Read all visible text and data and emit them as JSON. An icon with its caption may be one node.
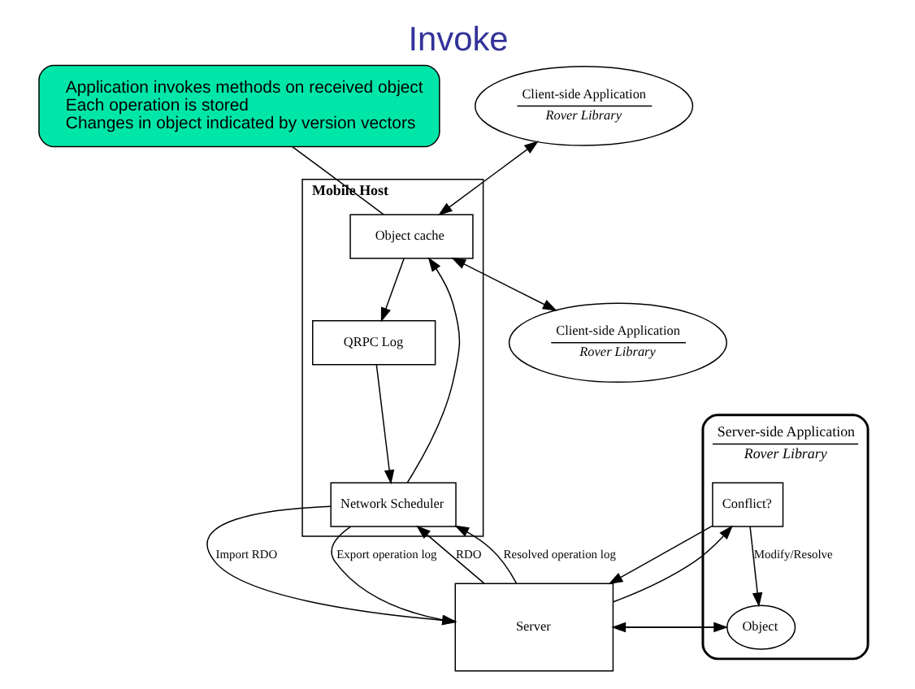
{
  "diagram": {
    "title": "Invoke",
    "nodes": [
      {
        "text": [
          "Application invokes methods on received object",
          "Each operation is stored",
          "Changes in object indicated by version vectors"
        ]
      },
      {
        "text": [
          "Client-side Application",
          "Rover Library"
        ]
      },
      {
        "text": [
          "Client-side Application",
          "Rover Library"
        ]
      },
      {
        "text": [
          "Server-side Application",
          "Rover Library"
        ]
      },
      {
        "text": [
          "Object"
        ],
        "in": 3
      },
      {
        "text": [
          "Conflict?"
        ],
        "in": 3
      },
      {
        "text": [
          "Mobile Host"
        ]
      },
      {
        "text": [
          "Object cache"
        ],
        "in": 6
      },
      {
        "text": [
          "QRPC Log"
        ],
        "in": 6
      },
      {
        "text": [
          "Network Scheduler"
        ],
        "in": 6
      },
      {
        "text": [
          "Server"
        ]
      }
    ],
    "edges": [
      {
        "from": 0,
        "to": 7,
        "arrow": "none"
      },
      {
        "from": 1,
        "to": 7,
        "arrow": "both"
      },
      {
        "from": 7,
        "to": 2,
        "arrow": "both"
      },
      {
        "from": 9,
        "to": 7,
        "arrow": "to"
      },
      {
        "from": 7,
        "to": 8,
        "arrow": "to"
      },
      {
        "from": 8,
        "to": 9,
        "arrow": "to"
      },
      {
        "from": 9,
        "to": 10,
        "arrow": "to",
        "label": "Import RDO"
      },
      {
        "from": 10,
        "to": 9,
        "arrow": "to",
        "label": "RDO"
      },
      {
        "from": 9,
        "to": 10,
        "arrow": "to",
        "label": "Export operation log"
      },
      {
        "from": 10,
        "to": 9,
        "arrow": "to",
        "label": "Resolved operation log"
      },
      {
        "from": 5,
        "to": 4,
        "arrow": "to",
        "label": "Modify/Resolve"
      },
      {
        "from": 10,
        "to": 4,
        "arrow": "to"
      },
      {
        "from": 4,
        "to": 10,
        "arrow": "to"
      },
      {
        "from": 10,
        "to": 5,
        "arrow": "to"
      },
      {
        "from": 5,
        "to": 10,
        "arrow": "to"
      }
    ]
  }
}
